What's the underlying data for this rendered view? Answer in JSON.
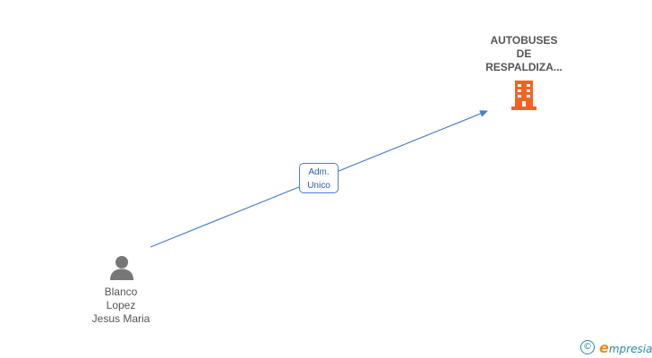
{
  "company": {
    "name_lines": [
      "AUTOBUSES",
      "DE",
      "RESPALDIZA..."
    ],
    "icon": "building-icon",
    "color": "#f26322"
  },
  "person": {
    "name_lines": [
      "Blanco",
      "Lopez",
      "Jesus Maria"
    ],
    "icon": "person-icon",
    "color": "#777777"
  },
  "relation": {
    "role_lines": [
      "Adm.",
      "Unico"
    ],
    "color": "#4a7fd4"
  },
  "brand": {
    "copyright_symbol": "©",
    "initial": "e",
    "name_rest": "mpresia",
    "initial_color": "#f28c1e",
    "text_color": "#2a8aa6"
  }
}
